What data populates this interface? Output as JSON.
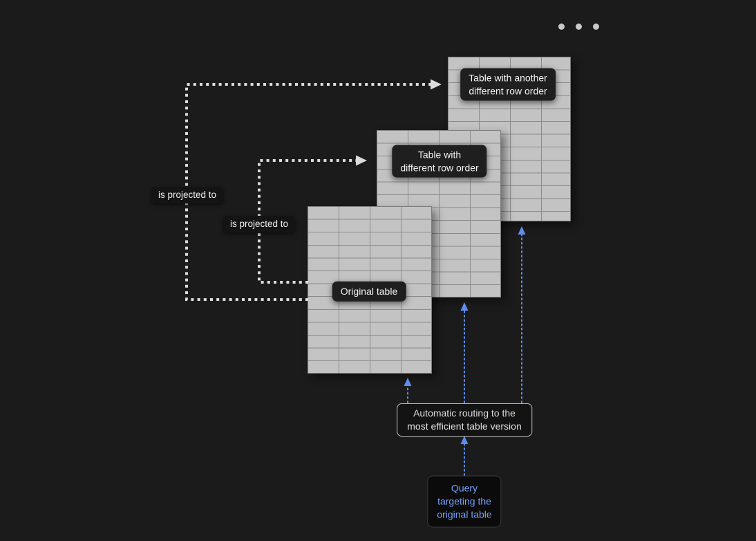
{
  "diagram": {
    "tables": {
      "back": {
        "label_lines": [
          "Table with another",
          "different row order"
        ]
      },
      "mid": {
        "label_lines": [
          "Table with",
          "different row order"
        ]
      },
      "front": {
        "label": "Original table"
      }
    },
    "edges": {
      "projected_top": "is projected to",
      "projected_bottom": "is projected to"
    },
    "routing": {
      "lines": [
        "Automatic routing to the",
        "most efficient table version"
      ]
    },
    "query": {
      "lines": [
        "Query",
        "targeting the",
        "original table"
      ]
    },
    "icons": {
      "ellipsis_dots": "• • •"
    },
    "colors": {
      "background": "#1b1b1b",
      "table_fill": "#c3c3c3",
      "table_grid": "#8a8a8a",
      "white_arrow": "#dcdcdc",
      "blue_arrow": "#5f8dee",
      "query_text": "#7aa2ff",
      "chip_bg": "#141414",
      "chip_text": "#f0f0f0"
    }
  }
}
